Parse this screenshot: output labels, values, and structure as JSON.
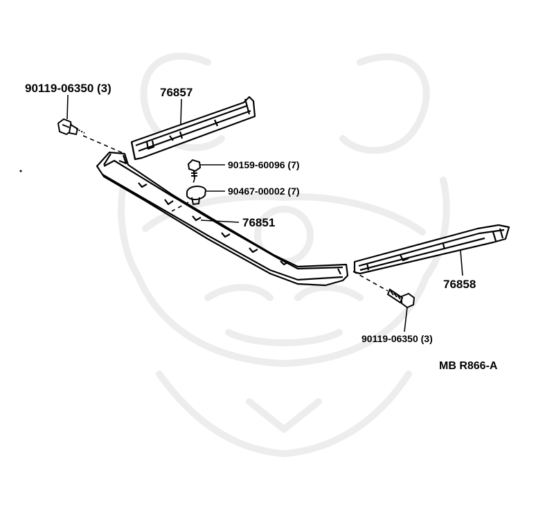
{
  "labels": {
    "bolt_upper": "90119-06350 (3)",
    "moulding_upper": "76857",
    "screw": "90159-60096 (7)",
    "clip": "90467-00002 (7)",
    "spoiler": "76851",
    "moulding_right": "76858",
    "bolt_lower": "90119-06350 (3)",
    "ref_code": "MB R866-A"
  },
  "colors": {
    "ink": "#000000",
    "watermark": "#ededed"
  }
}
